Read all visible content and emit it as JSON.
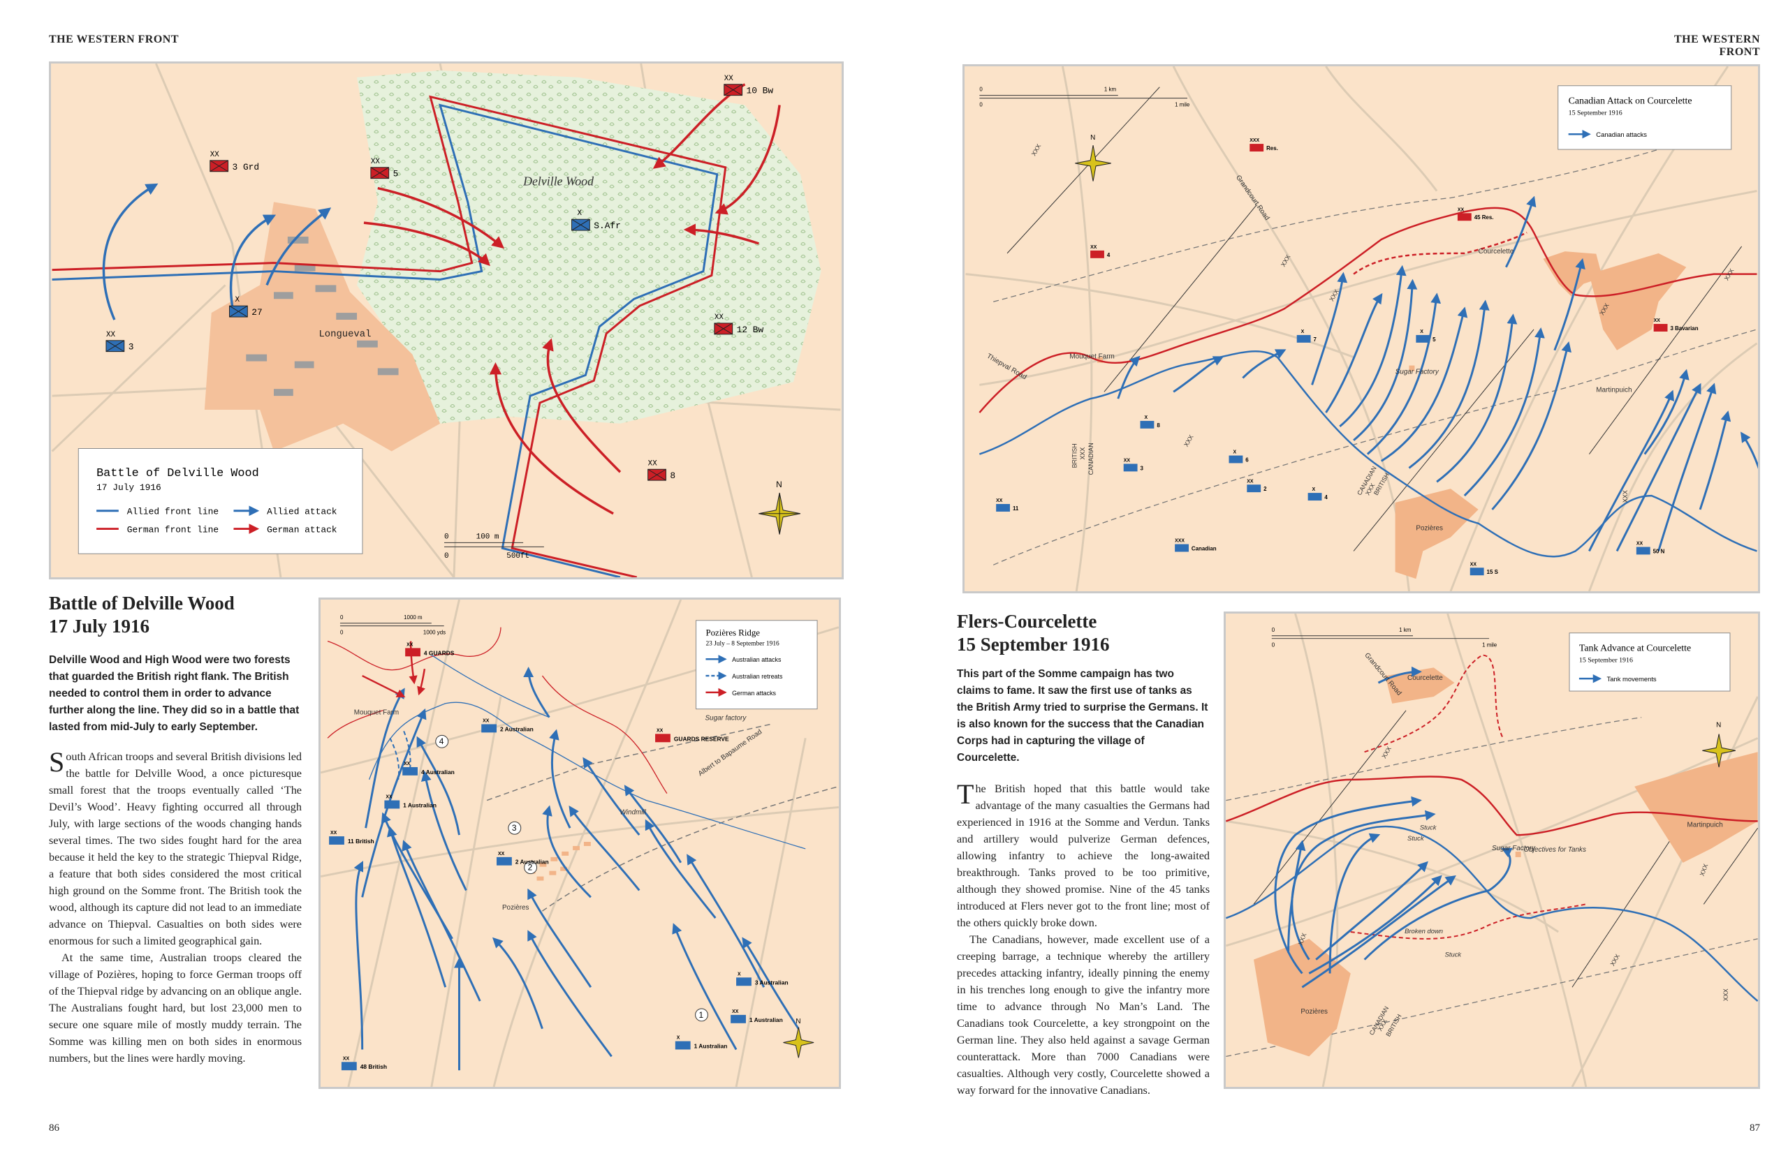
{
  "running_head_left": "THE WESTERN FRONT",
  "running_head_right": "THE WESTERN FRONT",
  "folio_left": "86",
  "folio_right": "87",
  "colors": {
    "allied": "#2e6fb6",
    "german": "#cc1f26",
    "map_bg": "#fbe3c9",
    "wood": "#e3efd9",
    "town": "#f2b488"
  },
  "delville_map": {
    "legend_title": "Battle of Delville Wood",
    "legend_date": "17 July 1916",
    "legend_items": [
      "Allied front line",
      "Allied attack",
      "German front line",
      "German attack"
    ],
    "scale_top": "100 m",
    "scale_bottom": "500ft",
    "units": [
      "3 Grd",
      "5",
      "10 Bw",
      "S.Afr",
      "12 Bw",
      "27",
      "3",
      "8"
    ],
    "unit_tags": [
      "XX",
      "XX",
      "XX",
      "X",
      "XX",
      "X",
      "XX",
      "XX"
    ],
    "wood_label": "Delville Wood",
    "town_label": "Longueval",
    "north": "N"
  },
  "pozieres_map": {
    "legend_title": "Pozières Ridge",
    "legend_date": "23 July – 8 September 1916",
    "legend_items": [
      "Australian attacks",
      "Australian retreats",
      "German attacks"
    ],
    "scale_top": "1000 m",
    "scale_bottom": "1000 yds",
    "scale_zero": "0",
    "units": [
      "4 GUARDS",
      "2 Australian",
      "GUARDS RESERVE",
      "4 Australian",
      "1 Australian",
      "11 British",
      "2 Australian",
      "3 Australian",
      "1 Australian",
      "1 Australian",
      "48 British"
    ],
    "unit_tags": [
      "XX",
      "XX",
      "XX",
      "XX",
      "XX",
      "XX",
      "XX",
      "X",
      "XX",
      "X",
      "XX"
    ],
    "places": [
      "Mouquet Farm",
      "Sugar factory",
      "Albert to Bapaume Road",
      "Windmill",
      "Pozières"
    ],
    "circled": [
      "1",
      "2",
      "3",
      "4"
    ],
    "north": "N"
  },
  "courcelette_map": {
    "legend_title": "Canadian Attack on Courcelette",
    "legend_date": "15 September 1916",
    "legend_items": [
      "Canadian attacks"
    ],
    "scale_top": "1 km",
    "scale_bottom": "1 mile",
    "scale_zero": "0",
    "units": [
      "Res.",
      "45 Res.",
      "4",
      "7",
      "5",
      "3 Bavarian",
      "8",
      "3",
      "6",
      "2",
      "4",
      "11",
      "Canadian",
      "15 S",
      "50 N"
    ],
    "unit_tags": [
      "XXX",
      "XX",
      "XX",
      "X",
      "X",
      "XX",
      "X",
      "XX",
      "X",
      "XX",
      "X",
      "XX",
      "XXX",
      "XX",
      "XX"
    ],
    "places": [
      "Courcelette",
      "Mouquet Farm",
      "Sugar Factory",
      "Martinpuich",
      "Pozières",
      "Thiepval Road",
      "Grandcourt Road"
    ],
    "boundary_labels": [
      "XXX",
      "XXX",
      "XXX",
      "XXX",
      "XXX",
      "XXX",
      "XXX"
    ],
    "corps_left": [
      "BRITISH",
      "XXX",
      "CANADIAN"
    ],
    "corps_right": [
      "CANADIAN",
      "XXX",
      "BRITISH"
    ],
    "north": "N"
  },
  "tank_map": {
    "legend_title": "Tank Advance at Courcelette",
    "legend_date": "15 September 1916",
    "legend_items": [
      "Tank movements"
    ],
    "scale_top": "1 km",
    "scale_bottom": "1 mile",
    "scale_zero": "0",
    "places": [
      "Courcelette",
      "Martinpuich",
      "Pozières",
      "Sugar Factory",
      "Objectives for Tanks",
      "Grandcourt Road"
    ],
    "tank_notes": [
      "Stuck",
      "Stuck",
      "Broken down",
      "Stuck"
    ],
    "boundary_labels": [
      "XXX",
      "XXX",
      "XXX",
      "XXX",
      "XXX"
    ],
    "corps": [
      "CANADIAN",
      "XXX",
      "BRITISH"
    ],
    "north": "N"
  },
  "left_article": {
    "title_line1": "Battle of Delville Wood",
    "title_line2": "17 July 1916",
    "lead": "Delville Wood and High Wood were two forests that guarded the British right flank. The British needed to control them in order to advance further along the line. They did so in a battle that lasted from mid-July to early September.",
    "dropcap": "S",
    "p1": "outh African troops and several British divisions led the battle for Delville Wood, a once picturesque small forest that the troops eventually called ‘The Devil’s Wood’. Heavy fighting occurred all through July, with large sections of the woods changing hands several times. The two sides fought hard for the area because it held the key to the strategic Thiepval Ridge, a feature that both sides considered the most critical high ground on the Somme front. The British took the wood, although its capture did not lead to an immediate advance on Thiepval. Casualties on both sides were enormous for such a limited geographical gain.",
    "p2": "At the same time, Australian troops cleared the village of Pozières, hoping to force German troops off of the Thiepval ridge by advancing on an oblique angle. The Australians fought hard, but lost 23,000 men to secure one square mile of mostly muddy terrain. The Somme was killing men on both sides in enormous numbers, but the lines were hardly moving."
  },
  "right_article": {
    "title_line1": "Flers-Courcelette",
    "title_line2": "15 September 1916",
    "lead": "This part of the Somme campaign has two claims to fame. It saw the first use of tanks as the British Army tried to surprise the Germans. It is also known for the success that the Canadian Corps had in capturing the village of Courcelette.",
    "dropcap": "T",
    "p1": "he British hoped that this battle would take advantage of the many casualties the Germans had experienced in 1916 at the Somme and Verdun. Tanks and artillery would pulverize German defences, allowing infantry to achieve the long-awaited breakthrough. Tanks proved to be too primitive, although they showed promise. Nine of the 45 tanks introduced at Flers never got to the front line; most of the others quickly broke down.",
    "p2": "The Canadians, however, made excellent use of a creeping barrage, a technique whereby the artillery precedes attacking infantry, ideally pinning the enemy in his trenches long enough to give the infantry more time to advance through No Man’s Land. The Canadians took Courcelette, a key strongpoint on the German line. They also held against a savage German counterattack. More than 7000 Canadians were casualties. Although very costly, Courcelette showed a way forward for the innovative Canadians."
  }
}
